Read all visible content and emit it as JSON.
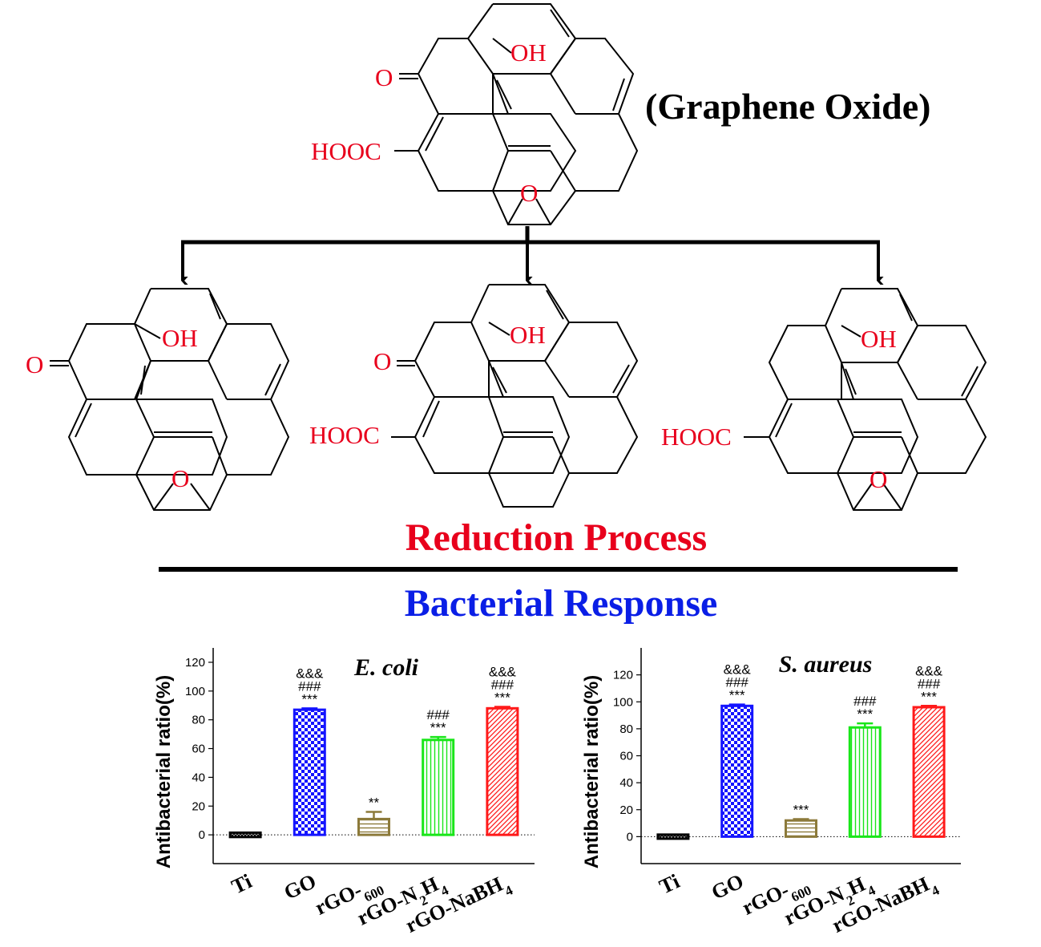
{
  "diagram": {
    "graphene_oxide_label": "(Graphene Oxide)",
    "reduction_label": "Reduction Process",
    "response_label": "Bacterial Response",
    "colors": {
      "reduction": "#e8001c",
      "response": "#0a1ee6",
      "substituent": "#e8001c"
    },
    "groups": {
      "oh": "OH",
      "o": "O",
      "cooh": "HOOC",
      "epoxide": "O"
    }
  },
  "chart_data": [
    {
      "type": "bar",
      "title": "E. coli",
      "ylabel": "Antibacterial ratio(%)",
      "ylim": [
        -20,
        130
      ],
      "yticks": [
        0,
        20,
        40,
        60,
        80,
        100,
        120
      ],
      "baseline_dotted": 0,
      "categories": [
        "Ti",
        "GO",
        "rGO-600",
        "rGO-N2H4",
        "rGO-NaBH4"
      ],
      "values": [
        0,
        87,
        11,
        66,
        88
      ],
      "errors": [
        1,
        1,
        5,
        2,
        1
      ],
      "significance": [
        [],
        [
          "***",
          "###",
          "&&&"
        ],
        [
          "**"
        ],
        [
          "***",
          "###"
        ],
        [
          "***",
          "###",
          "&&&"
        ]
      ],
      "patterns": [
        "crosshatch",
        "checker",
        "horizontal",
        "vertical",
        "diagonal"
      ],
      "colors": [
        "#000000",
        "#1414ff",
        "#8c7a3a",
        "#19e619",
        "#ff1a1a"
      ]
    },
    {
      "type": "bar",
      "title": "S. aureus",
      "ylabel": "Antibacterial ratio(%)",
      "ylim": [
        -20,
        140
      ],
      "yticks": [
        0,
        20,
        40,
        60,
        80,
        100,
        120
      ],
      "baseline_dotted": 0,
      "categories": [
        "Ti",
        "GO",
        "rGO-600",
        "rGO-N2H4",
        "rGO-NaBH4"
      ],
      "values": [
        0,
        97,
        12,
        81,
        96
      ],
      "errors": [
        1,
        1,
        1,
        3,
        1
      ],
      "significance": [
        [],
        [
          "***",
          "###",
          "&&&"
        ],
        [
          "***"
        ],
        [
          "***",
          "###"
        ],
        [
          "***",
          "###",
          "&&&"
        ]
      ],
      "patterns": [
        "crosshatch",
        "checker",
        "horizontal",
        "vertical",
        "diagonal"
      ],
      "colors": [
        "#000000",
        "#1414ff",
        "#8c7a3a",
        "#19e619",
        "#ff1a1a"
      ]
    }
  ]
}
